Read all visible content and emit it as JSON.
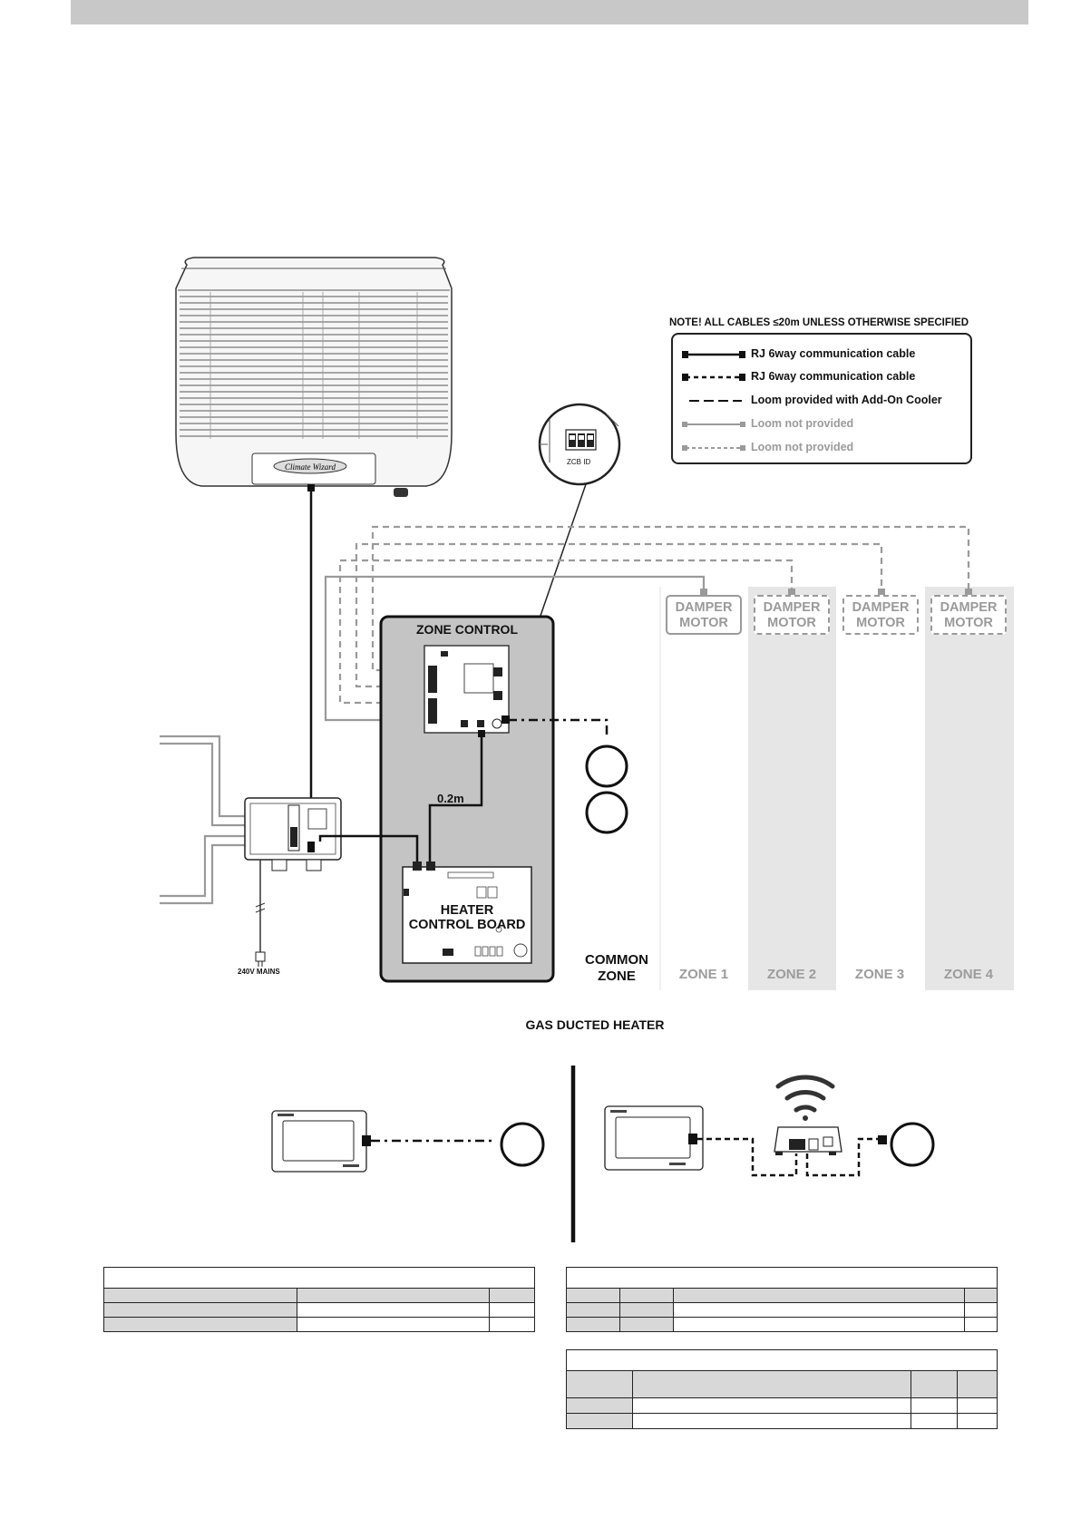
{
  "legend": {
    "note": "NOTE! ALL CABLES ≤20m UNLESS OTHERWISE SPECIFIED",
    "items": [
      {
        "label": "RJ 6way communication cable",
        "style": "solid-black"
      },
      {
        "label": "RJ 6way communication cable",
        "style": "dotted-black"
      },
      {
        "label": "Loom provided with Add-On Cooler",
        "style": "dashed-black"
      },
      {
        "label": "Loom not provided",
        "style": "solid-grey"
      },
      {
        "label": "Loom not provided",
        "style": "dotted-grey"
      }
    ]
  },
  "zcb_id_label": "ZCB ID",
  "zone_control_label": "ZONE CONTROL",
  "heater_board_label_line1": "HEATER",
  "heater_board_label_line2": "CONTROL BOARD",
  "mains_label": "240V MAINS",
  "cable_length_label": "0.2m",
  "common_zone_line1": "COMMON",
  "common_zone_line2": "ZONE",
  "dampers": [
    {
      "line1": "DAMPER",
      "line2": "MOTOR",
      "style": "solid"
    },
    {
      "line1": "DAMPER",
      "line2": "MOTOR",
      "style": "dashed"
    },
    {
      "line1": "DAMPER",
      "line2": "MOTOR",
      "style": "dashed"
    },
    {
      "line1": "DAMPER",
      "line2": "MOTOR",
      "style": "dashed"
    }
  ],
  "zones": [
    "ZONE 1",
    "ZONE 2",
    "ZONE 3",
    "ZONE 4"
  ],
  "caption": "GAS DUCTED HEATER",
  "colors": {
    "dark": "#1a1a1a",
    "grey_line": "#9a9a9a",
    "panel_fill": "#c4c4c4",
    "zone_shade": "#e6e6e6",
    "header_bar": "#c8c8c8"
  },
  "icons": [
    "evaporative-cooler-unit-icon",
    "dip-switch-icon",
    "wall-controller-icon",
    "wifi-icon",
    "wifi-module-icon",
    "sensor-icon"
  ]
}
